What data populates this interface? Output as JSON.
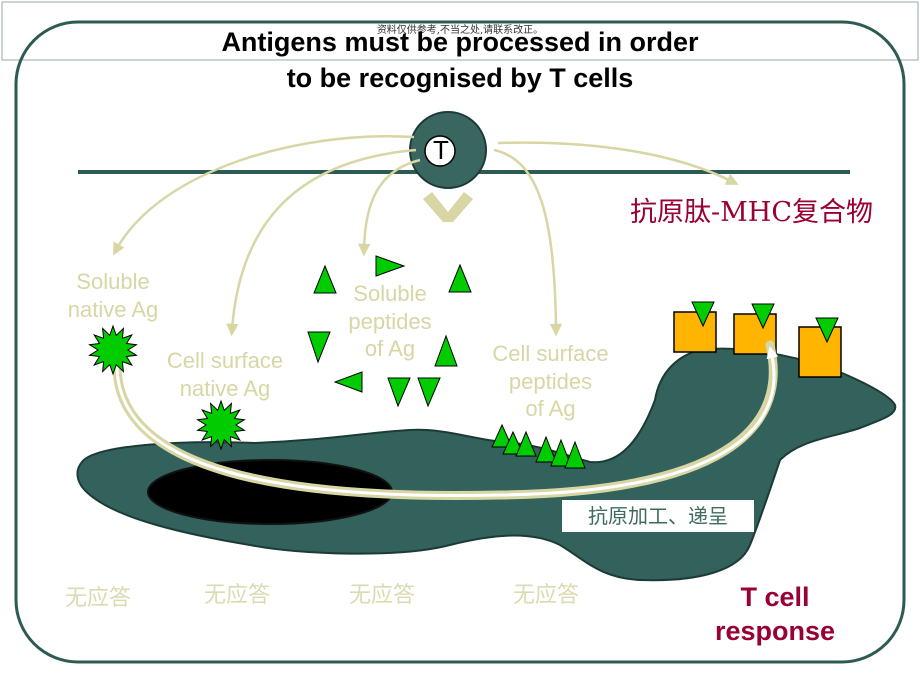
{
  "header": {
    "watermark": "资料仅供参考,不当之处,请联系改正。",
    "title_line1": "Antigens must be processed in order",
    "title_line2": "to be recognised by T cells"
  },
  "tcell": {
    "label": "T"
  },
  "labels": {
    "complex": "抗原肽-MHC复合物",
    "soluble_native_1": "Soluble",
    "soluble_native_2": "native Ag",
    "cell_surface_native_1": "Cell surface",
    "cell_surface_native_2": "native Ag",
    "soluble_peptides_1": "Soluble",
    "soluble_peptides_2": "peptides",
    "soluble_peptides_3": "of Ag",
    "cell_surface_peptides_1": "Cell surface",
    "cell_surface_peptides_2": "peptides",
    "cell_surface_peptides_3": "of Ag",
    "processing": "抗原加工、递呈",
    "no_response": [
      "无应答",
      "无应答",
      "无应答",
      "无应答"
    ],
    "t_cell_response_1": "T cell",
    "t_cell_response_2": "response"
  },
  "colors": {
    "frame": "#2d5a52",
    "cell": "#33615b",
    "nucleus": "#000000",
    "antigen": "#00cc00",
    "arrow": "#d8d6a4",
    "mhc": "#ffb400",
    "tcell": "#3a6660",
    "accent_red": "#990033"
  }
}
